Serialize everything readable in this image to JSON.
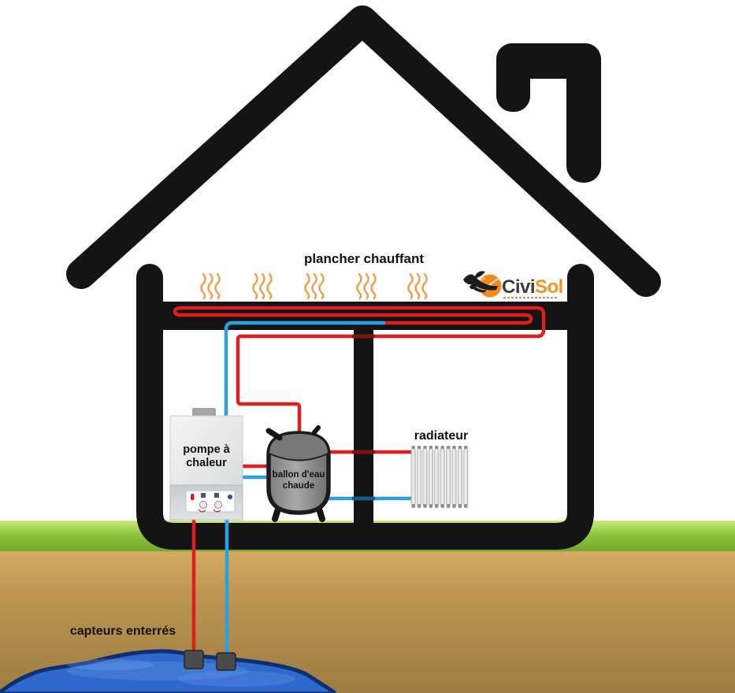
{
  "labels": {
    "floor_heating": "plancher chauffant",
    "radiator": "radiateur",
    "heat_pump_line1": "pompe à",
    "heat_pump_line2": "chaleur",
    "tank_line1": "ballon d'eau",
    "tank_line2": "chaude",
    "collectors": "capteurs enterrés"
  },
  "logo": {
    "part1": "Civi",
    "part2": "Sol"
  },
  "colors": {
    "pipe_hot": "#dd1f1f",
    "pipe_hot_dark": "#7c1414",
    "pipe_cold": "#2b9fe2",
    "pipe_cold_dark": "#14588c",
    "heat_wave": "#efa14f",
    "structure": "#141414",
    "grass": "#8fc53e",
    "earth": "#b8934f",
    "pond": "#3069ce",
    "pond_edge": "#0e2f72",
    "logo_dark": "#3b3b3b",
    "logo_orange": "#f7941d"
  }
}
